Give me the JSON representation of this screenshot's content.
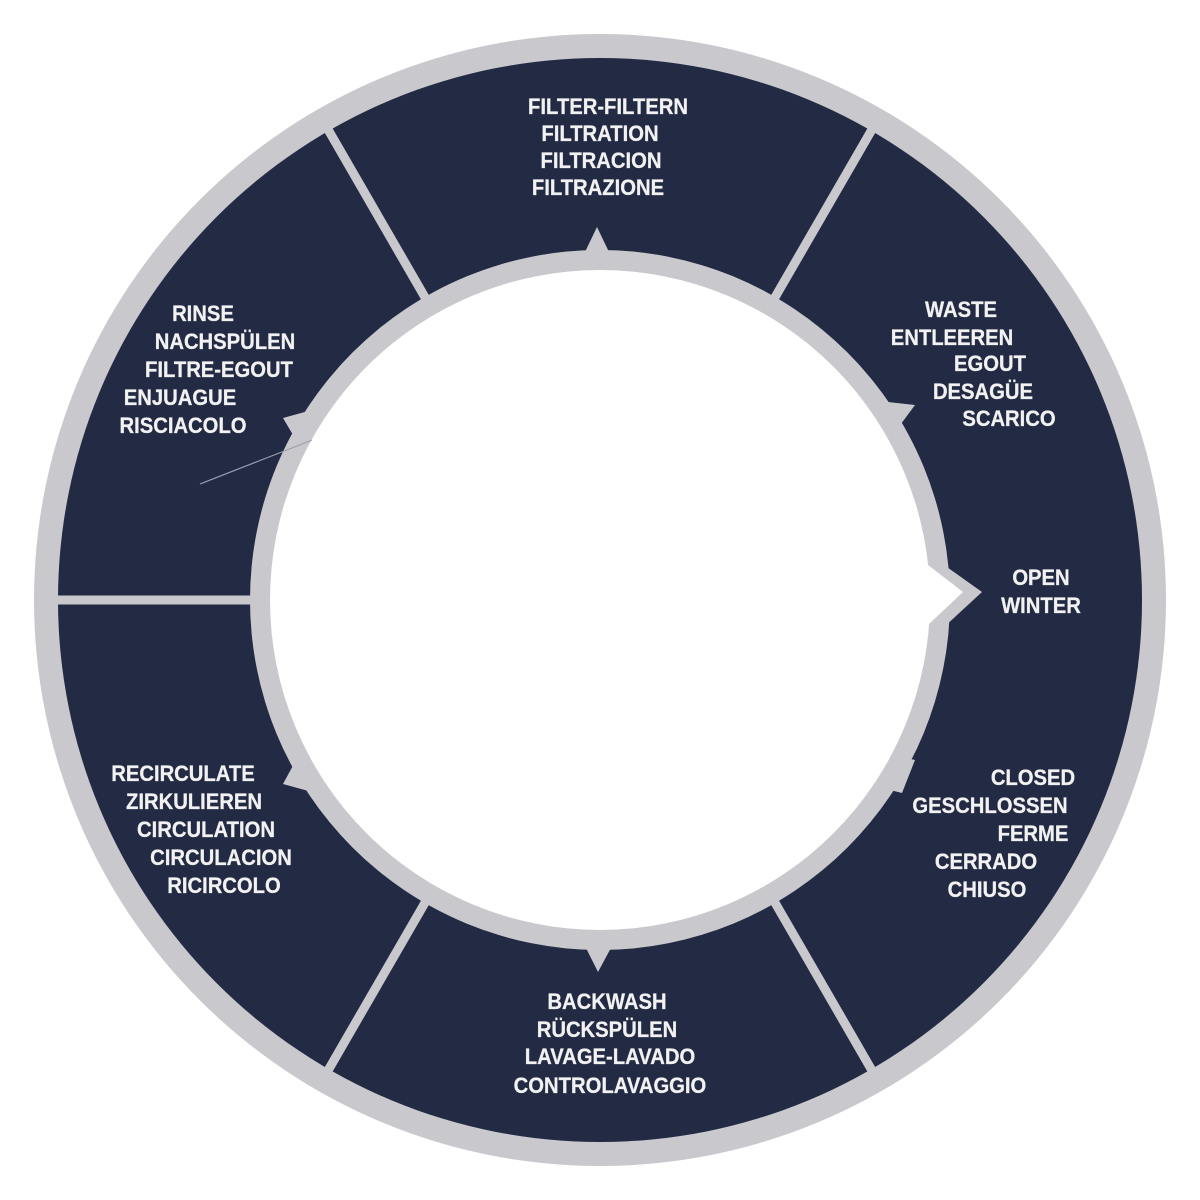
{
  "dial": {
    "colors": {
      "background": "#ffffff",
      "rim": "#c9c9cd",
      "band": "#232a44",
      "text": "#f2f2f2"
    },
    "positions": [
      {
        "id": "filter",
        "lines": [
          "FILTER-FILTERN",
          "FILTRATION",
          "FILTRACION",
          "FILTRAZIONE"
        ]
      },
      {
        "id": "waste",
        "lines": [
          "WASTE",
          "ENTLEEREN",
          "EGOUT",
          "DESAGÜE",
          "SCARICO"
        ]
      },
      {
        "id": "open",
        "lines": [
          "OPEN",
          "WINTER"
        ]
      },
      {
        "id": "closed",
        "lines": [
          "CLOSED",
          "GESCHLOSSEN",
          "FERME",
          "CERRADO",
          "CHIUSO"
        ]
      },
      {
        "id": "backwash",
        "lines": [
          "BACKWASH",
          "RÜCKSPÜLEN",
          "LAVAGE-LAVADO",
          "CONTROLAVAGGIO"
        ]
      },
      {
        "id": "recirculate",
        "lines": [
          "RECIRCULATE",
          "ZIRKULIEREN",
          "CIRCULATION",
          "CIRCULACION",
          "RICIRCOLO"
        ]
      },
      {
        "id": "rinse",
        "lines": [
          "RINSE",
          "NACHSPÜLEN",
          "FILTRE-EGOUT",
          "ENJUAGUE",
          "RISCIACOLO"
        ]
      }
    ]
  }
}
